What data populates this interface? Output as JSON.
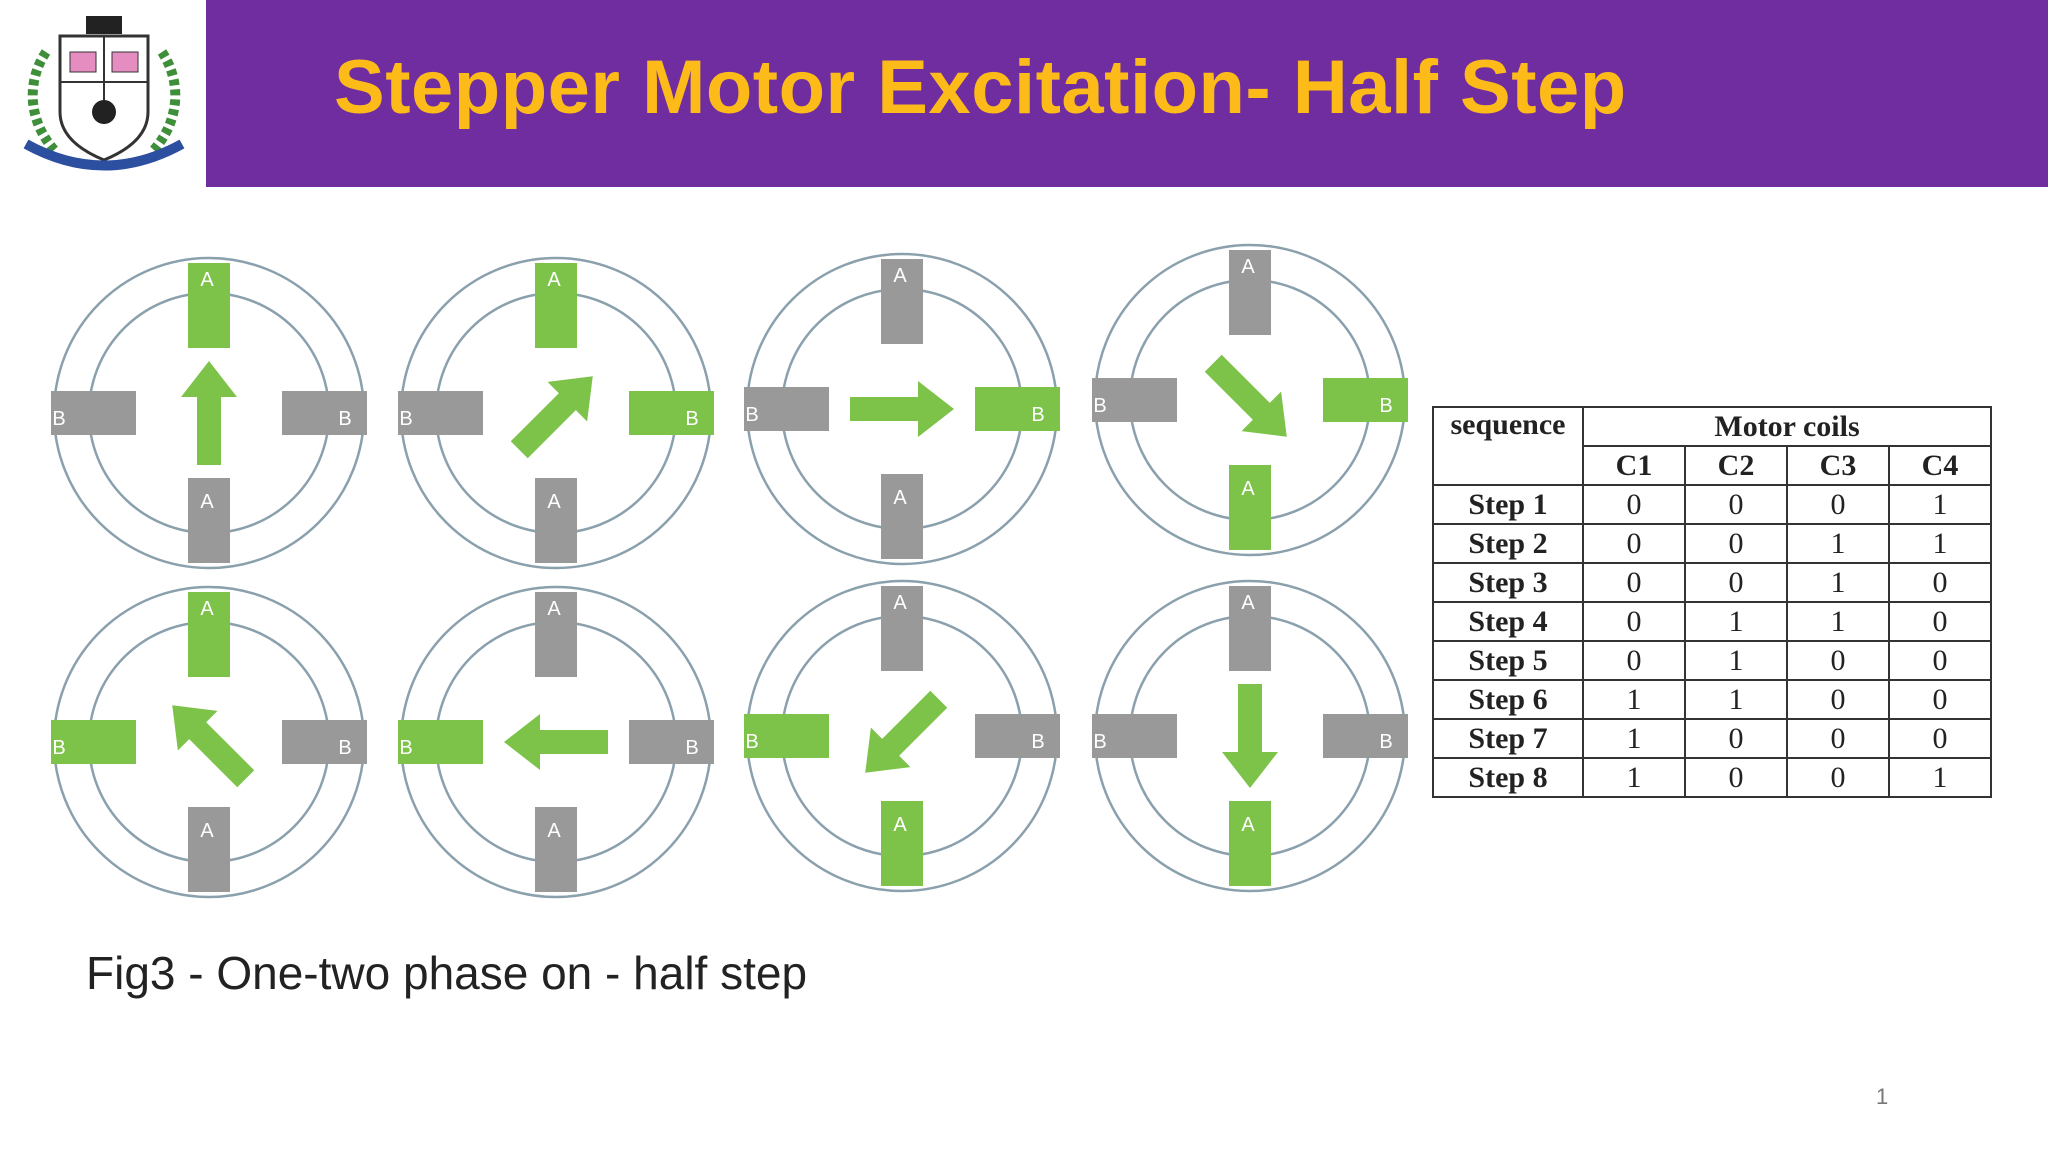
{
  "slide": {
    "title": "Stepper Motor Excitation- Half Step",
    "caption": "Fig3 - One-two phase on - half step",
    "page_number": "1"
  },
  "colors": {
    "title_bar": "#6f2da0",
    "title_text": "#fdbb1a",
    "energized_pole": "#7dc34a",
    "idle_pole": "#999999",
    "rotor_arrow": "#7dc34a"
  },
  "motor_diagrams": {
    "pole_labels": {
      "vertical": "A",
      "horizontal": "B"
    },
    "steps": [
      {
        "arrow_angle_deg": 0,
        "energized": [
          "A-top"
        ]
      },
      {
        "arrow_angle_deg": 45,
        "energized": [
          "A-top",
          "B-right"
        ]
      },
      {
        "arrow_angle_deg": 90,
        "energized": [
          "B-right"
        ]
      },
      {
        "arrow_angle_deg": 135,
        "energized": [
          "B-right",
          "A-bottom"
        ]
      },
      {
        "arrow_angle_deg": 315,
        "energized": [
          "A-top",
          "B-left"
        ]
      },
      {
        "arrow_angle_deg": 270,
        "energized": [
          "B-left"
        ]
      },
      {
        "arrow_angle_deg": 225,
        "energized": [
          "B-left",
          "A-bottom"
        ]
      },
      {
        "arrow_angle_deg": 180,
        "energized": [
          "A-bottom"
        ]
      }
    ]
  },
  "table": {
    "header_sequence": "sequence",
    "header_group": "Motor coils",
    "coil_headers": [
      "C1",
      "C2",
      "C3",
      "C4"
    ],
    "rows": [
      {
        "step": "Step 1",
        "values": [
          "0",
          "0",
          "0",
          "1"
        ]
      },
      {
        "step": "Step 2",
        "values": [
          "0",
          "0",
          "1",
          "1"
        ]
      },
      {
        "step": "Step 3",
        "values": [
          "0",
          "0",
          "1",
          "0"
        ]
      },
      {
        "step": "Step 4",
        "values": [
          "0",
          "1",
          "1",
          "0"
        ]
      },
      {
        "step": "Step 5",
        "values": [
          "0",
          "1",
          "0",
          "0"
        ]
      },
      {
        "step": "Step 6",
        "values": [
          "1",
          "1",
          "0",
          "0"
        ]
      },
      {
        "step": "Step 7",
        "values": [
          "1",
          "0",
          "0",
          "0"
        ]
      },
      {
        "step": "Step 8",
        "values": [
          "1",
          "0",
          "0",
          "1"
        ]
      }
    ]
  }
}
